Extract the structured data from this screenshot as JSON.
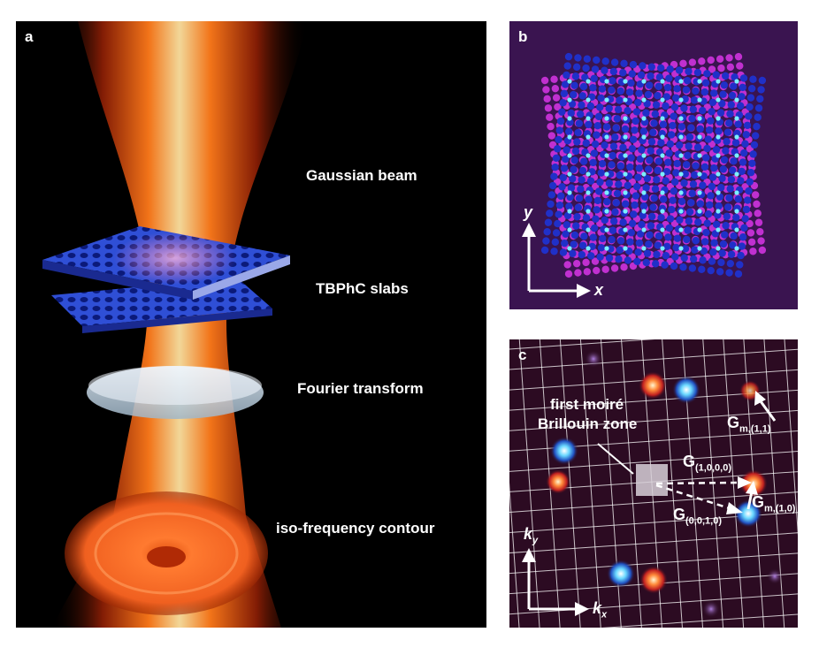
{
  "panel_a": {
    "label": "a",
    "labels": {
      "beam": "Gaussian beam",
      "slabs": "TBPhC slabs",
      "fourier": "Fourier transform",
      "contour": "iso-frequency contour"
    }
  },
  "panel_b": {
    "label": "b",
    "axis_x": "x",
    "axis_y": "y"
  },
  "panel_c": {
    "label": "c",
    "zone_line1": "first moiré",
    "zone_line2": "Brillouin zone",
    "g1_sym": "G",
    "g1_sub": "(1,0,0,0)",
    "g2_sym": "G",
    "g2_sub": "(0,0,1,0)",
    "gm1_sym": "G",
    "gm1_sub": "m,(1,1)",
    "gm2_sym": "G",
    "gm2_sub": "m,(1,0)",
    "axis_kx": "k",
    "axis_kx_sub": "x",
    "axis_ky": "k",
    "axis_ky_sub": "y"
  },
  "colors": {
    "panel_b_bg": "#3a1450",
    "panel_c_bg": "#2c0b22",
    "beam_core": "#ffd27a",
    "beam_edge": "#c83a0a",
    "slab": "#2c4ed8",
    "hole": "#4ad8ff"
  }
}
